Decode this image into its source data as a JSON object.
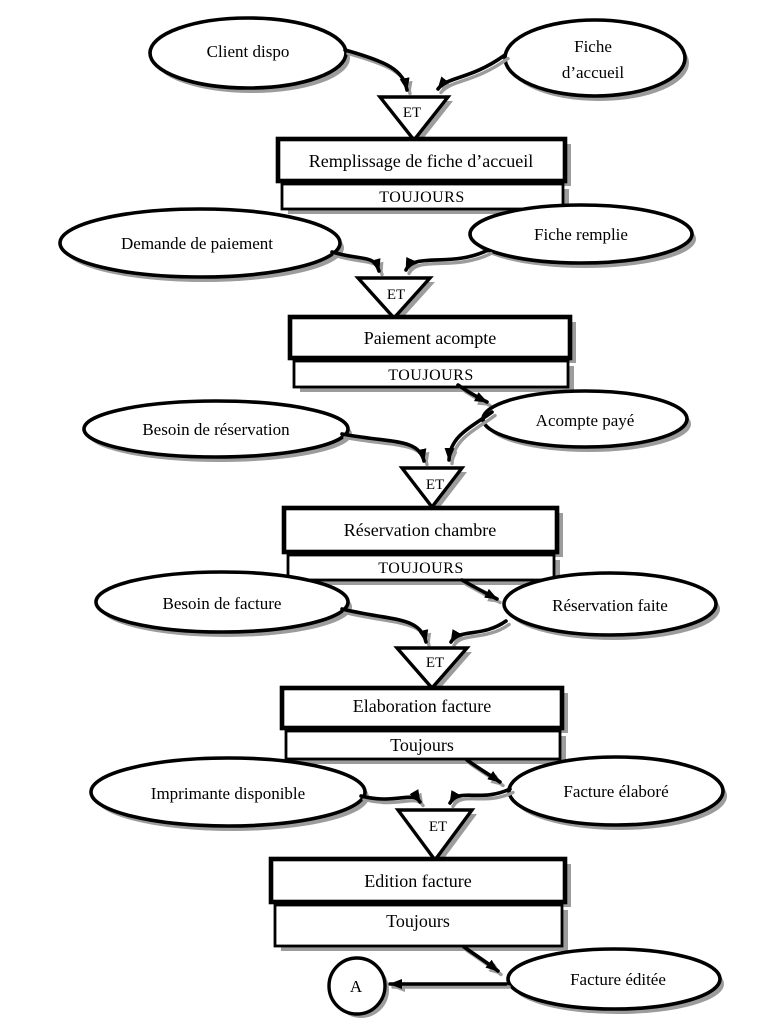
{
  "diagram": {
    "type": "process-flowchart",
    "language": "fr",
    "colors": {
      "line": "#000000",
      "fill": "#ffffff",
      "shadow": "#9c9c9c",
      "text": "#000000"
    },
    "connector_label": "A",
    "final_event": "Facture éditée",
    "steps": [
      {
        "left_event": "Client dispo",
        "right_event_lines": [
          "Fiche",
          "d’accueil"
        ],
        "gate": "ET",
        "operation": "Remplissage de fiche d’accueil",
        "rule": "TOUJOURS"
      },
      {
        "left_event": "Demande de paiement",
        "right_event": "Fiche remplie",
        "gate": "ET",
        "operation": "Paiement acompte",
        "rule": "TOUJOURS"
      },
      {
        "left_event": "Besoin de réservation",
        "right_event": "Acompte payé",
        "gate": "ET",
        "operation": "Réservation chambre",
        "rule": "TOUJOURS"
      },
      {
        "left_event": "Besoin de facture",
        "right_event": "Réservation faite",
        "gate": "ET",
        "operation": "Elaboration facture",
        "rule": "Toujours"
      },
      {
        "left_event": "Imprimante disponible",
        "right_event": "Facture élaboré",
        "gate": "ET",
        "operation": "Edition facture",
        "rule": "Toujours"
      }
    ]
  }
}
